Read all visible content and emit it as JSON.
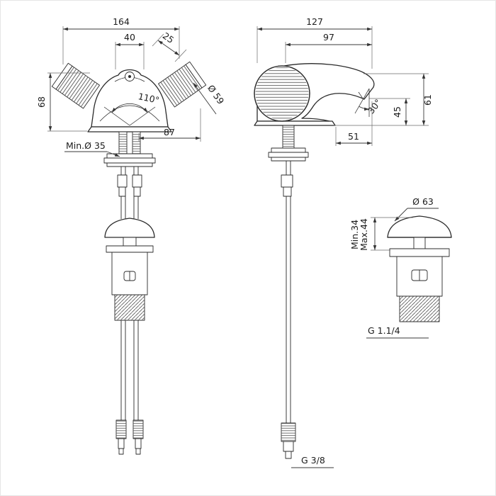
{
  "drawing": {
    "front_view": {
      "total_width": "164",
      "cartridge_width": "40",
      "handle_width": "25",
      "body_height": "68",
      "handle_angle": "110°",
      "handle_diameter": "Ø 59",
      "body_depth": "87",
      "min_hole_diameter": "Min.Ø 35"
    },
    "side_view": {
      "total_depth": "127",
      "spout_reach": "97",
      "total_height": "61",
      "spout_height": "45",
      "spout_angle": "30°",
      "base_depth": "51",
      "supply_thread": "G 3/8"
    },
    "drain_view": {
      "cap_diameter": "Ø 63",
      "deck_min_thickness": "Min.34",
      "deck_max_thickness": "Max.44",
      "waste_thread": "G 1.1/4"
    }
  }
}
